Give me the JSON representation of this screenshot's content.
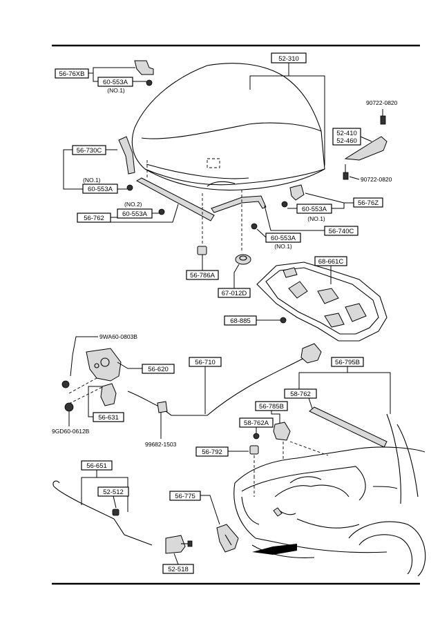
{
  "labels": {
    "p52_310": "52-310",
    "p56_76xb": "56-76XB",
    "p60_553a_1": "60-553A",
    "no1_1": "(NO.1)",
    "p56_730c": "56-730C",
    "no1_2": "(NO.1)",
    "p60_553a_2": "60-553A",
    "no2": "(NO.2)",
    "p56_762": "56-762",
    "p60_553a_3": "60-553A",
    "p90722_top": "90722-0820",
    "p52_410": "52-410",
    "p52_460": "52-460",
    "p90722_bot": "90722-0820",
    "p60_553a_4": "60-553A",
    "p56_76z": "56-76Z",
    "no1_3": "(NO.1)",
    "p56_740c": "56-740C",
    "p60_553a_5": "60-553A",
    "no1_4": "(NO.1)",
    "p56_786a": "56-786A",
    "p68_661c": "68-661C",
    "p67_012d": "67-012D",
    "p68_885": "68-885",
    "p9wa60": "9WA60-0803B",
    "p56_620": "56-620",
    "p56_710": "56-710",
    "p56_795b": "56-795B",
    "p58_762": "58-762",
    "p56_785b": "56-785B",
    "p58_762a": "58-762A",
    "p56_631": "56-631",
    "p9gd60": "9GD60-0612B",
    "p99682": "99682-1503",
    "p56_792": "56-792",
    "p56_651": "56-651",
    "p52_512": "52-512",
    "p56_775": "56-775",
    "p52_518": "52-518"
  }
}
